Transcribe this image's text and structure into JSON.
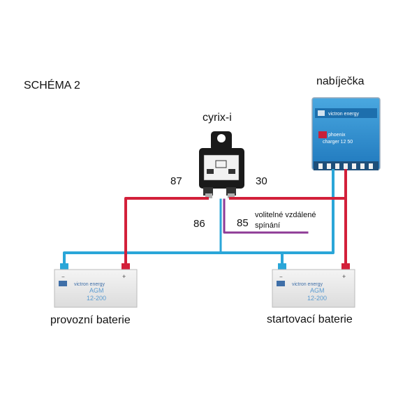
{
  "schema_title": "SCHÉMA 2",
  "charger": {
    "label": "nabíječka",
    "brand": "victron energy",
    "model_line1": "phoenix",
    "model_line2": "charger 12 50"
  },
  "relay": {
    "label": "cyrix-i",
    "pins": {
      "p87": "87",
      "p30": "30",
      "p86": "86",
      "p85": "85"
    }
  },
  "remote": {
    "line1": "volitelné vzdálené",
    "line2": "spínání"
  },
  "battery_left": {
    "brand": "victron energy",
    "type": "AGM",
    "spec": "12-200",
    "minus": "−",
    "plus": "+",
    "caption": "provozní baterie"
  },
  "battery_right": {
    "brand": "victron energy",
    "type": "AGM",
    "spec": "12-200",
    "minus": "−",
    "plus": "+",
    "caption": "startovací baterie"
  },
  "colors": {
    "positive_wire": "#d3203a",
    "negative_wire": "#2aa6d8",
    "remote_wire": "#8e3a96",
    "battery_body": "#ececec",
    "charger_body": "#2d8fcf",
    "relay_body": "#1a1a1a"
  }
}
